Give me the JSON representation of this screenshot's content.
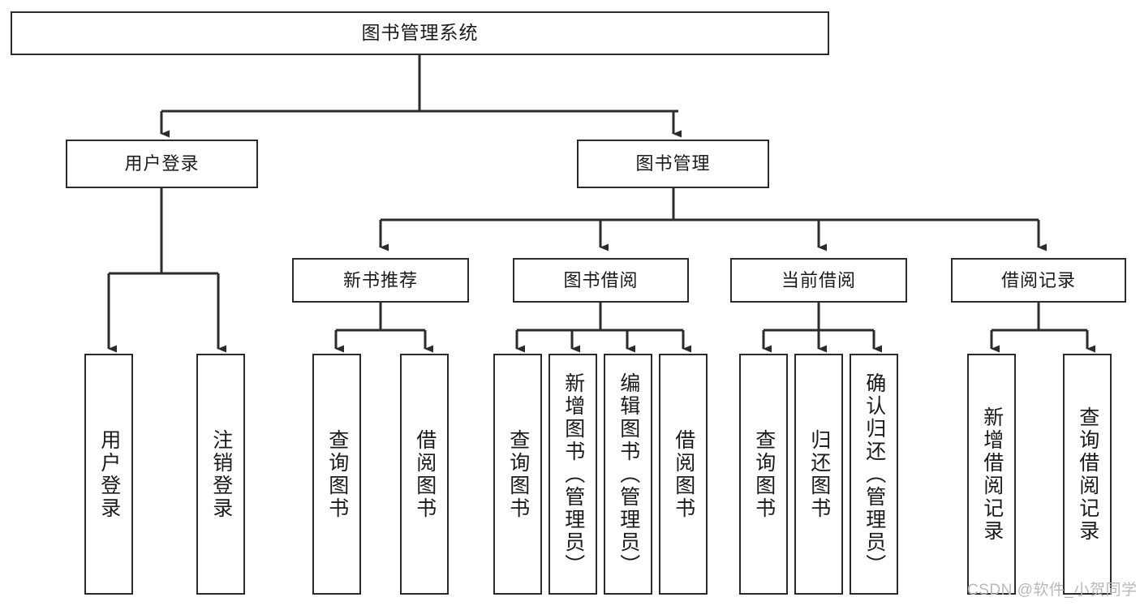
{
  "diagram": {
    "title": "图书管理系统",
    "watermark": "CSDN @软件_小贺同学",
    "levels": {
      "root": {
        "label": "图书管理系统"
      },
      "level2": [
        {
          "label": "用户登录"
        },
        {
          "label": "图书管理"
        }
      ],
      "level3": [
        {
          "label": "新书推荐"
        },
        {
          "label": "图书借阅"
        },
        {
          "label": "当前借阅"
        },
        {
          "label": "借阅记录"
        }
      ],
      "leaves": [
        {
          "label": "用户登录",
          "parent": "用户登录"
        },
        {
          "label": "注销登录",
          "parent": "用户登录"
        },
        {
          "label": "查询图书",
          "parent": "新书推荐"
        },
        {
          "label": "借阅图书",
          "parent": "新书推荐"
        },
        {
          "label": "查询图书",
          "parent": "图书借阅"
        },
        {
          "label": "新增图书（管理员）",
          "parent": "图书借阅"
        },
        {
          "label": "编辑图书（管理员）",
          "parent": "图书借阅"
        },
        {
          "label": "借阅图书",
          "parent": "图书借阅"
        },
        {
          "label": "查询图书",
          "parent": "当前借阅"
        },
        {
          "label": "归还图书",
          "parent": "当前借阅"
        },
        {
          "label": "确认归还（管理员）",
          "parent": "当前借阅"
        },
        {
          "label": "新增借阅记录",
          "parent": "借阅记录"
        },
        {
          "label": "查询借阅记录",
          "parent": "借阅记录"
        }
      ]
    },
    "colors": {
      "stroke": "#2b2b2b",
      "fill": "#ffffff",
      "text": "#1a1a1a",
      "watermark": "#b9b9b9"
    }
  }
}
